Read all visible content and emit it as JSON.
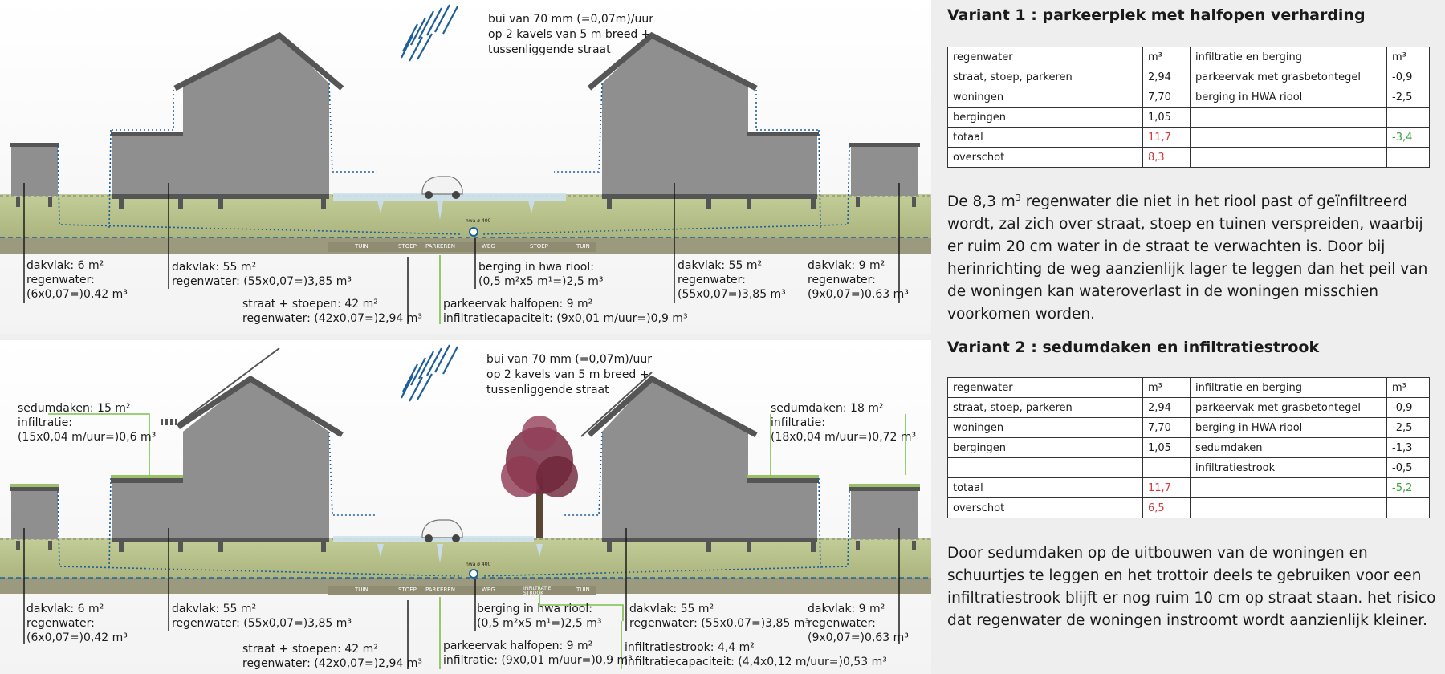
{
  "variant1": {
    "title": "Variant 1 : parkeerplek met halfopen verharding",
    "rain": [
      "bui van 70 mm (=0,07m)/uur",
      "op 2 kavels van 5 m breed +",
      "tussenliggende straat"
    ],
    "strip_labels": [
      "TUIN",
      "STOEP",
      "PARKEREN",
      "WEG",
      "STOEP",
      "TUIN"
    ],
    "pipe_label": "hwa ø 400",
    "annotations": {
      "left_shed": [
        "dakvlak: 6 m²",
        "regenwater:",
        "(6x0,07=)0,42 m³"
      ],
      "left_house": [
        "dakvlak: 55 m²",
        "regenwater: (55x0,07=)3,85 m³"
      ],
      "street": [
        "straat + stoepen: 42 m²",
        "regenwater: (42x0,07=)2,94 m³"
      ],
      "sewer": [
        "berging in hwa riool:",
        "(0,5 m²x5 m¹=)2,5 m³"
      ],
      "parking": [
        "parkeervak halfopen: 9 m²",
        "infiltratiecapaciteit: (9x0,01 m/uur=)0,9 m³"
      ],
      "right_house": [
        "dakvlak: 55 m²",
        "regenwater:",
        "(55x0,07=)3,85 m³"
      ],
      "right_shed": [
        "dakvlak: 9 m²",
        "regenwater:",
        "(9x0,07=)0,63 m³"
      ]
    },
    "table": {
      "header": [
        "regenwater",
        "m³",
        "infiltratie en berging",
        "m³"
      ],
      "rows": [
        [
          "straat, stoep, parkeren",
          "2,94",
          "parkeervak met grasbetontegel",
          "-0,9"
        ],
        [
          "woningen",
          "7,70",
          "berging in HWA riool",
          "-2,5"
        ],
        [
          "bergingen",
          "1,05",
          "",
          ""
        ]
      ],
      "total": [
        "totaal",
        "11,7",
        "",
        "-3,4"
      ],
      "surplus": [
        "overschot",
        "8,3",
        "",
        ""
      ]
    },
    "paragraph": {
      "part1": "De 8,3 m",
      "sup": "3",
      "part2": " regenwater die niet in het riool past of geïnfiltreerd wordt, zal zich over straat, stoep en tuinen verspreiden, waarbij er ruim 20 cm water in de straat te verwachten is. Door bij herinrichting de weg aanzienlijk lager te leggen dan het peil van de woningen kan wateroverlast in de woningen misschien voorkomen worden."
    }
  },
  "variant2": {
    "title": "Variant 2 : sedumdaken en infiltratiestrook",
    "rain": [
      "bui van 70 mm (=0,07m)/uur",
      "op 2 kavels van 5 m breed +",
      "tussenliggende straat"
    ],
    "strip_labels": [
      "TUIN",
      "STOEP",
      "PARKEREN",
      "WEG",
      "INFILTRATIE STROOK",
      "TUIN"
    ],
    "pipe_label": "hwa ø 400",
    "annotations": {
      "left_sedum": [
        "sedumdaken: 15 m²",
        "infiltratie:",
        "(15x0,04 m/uur=)0,6 m³"
      ],
      "right_sedum": [
        "sedumdaken: 18 m²",
        "infiltratie:",
        "(18x0,04 m/uur=)0,72 m³"
      ],
      "left_shed": [
        "dakvlak: 6 m²",
        "regenwater:",
        "(6x0,07=)0,42 m³"
      ],
      "left_house": [
        "dakvlak: 55 m²",
        "regenwater: (55x0,07=)3,85 m³"
      ],
      "street": [
        "straat + stoepen: 42 m²",
        "regenwater: (42x0,07=)2,94 m³"
      ],
      "sewer": [
        "berging in hwa riool:",
        "(0,5 m²x5 m¹=)2,5 m³"
      ],
      "parking": [
        "parkeervak halfopen: 9 m²",
        "infiltratie: (9x0,01 m/uur=)0,9 m³"
      ],
      "strip": [
        "infiltratiestrook: 4,4 m²",
        "infiltratiecapaciteit: (4,4x0,12 m/uur=)0,53 m³"
      ],
      "right_house": [
        "dakvlak: 55 m²",
        "regenwater: (55x0,07=)3,85 m³"
      ],
      "right_shed": [
        "dakvlak: 9 m²",
        "regenwater:",
        "(9x0,07=)0,63 m³"
      ]
    },
    "table": {
      "header": [
        "regenwater",
        "m³",
        "infiltratie en berging",
        "m³"
      ],
      "rows": [
        [
          "straat, stoep, parkeren",
          "2,94",
          "parkeervak met grasbetontegel",
          "-0,9"
        ],
        [
          "woningen",
          "7,70",
          "berging in HWA riool",
          "-2,5"
        ],
        [
          "bergingen",
          "1,05",
          "sedumdaken",
          "-1,3"
        ],
        [
          "",
          "",
          "infiltratiestrook",
          "-0,5"
        ]
      ],
      "total": [
        "totaal",
        "11,7",
        "",
        "-5,2"
      ],
      "surplus": [
        "overschot",
        "6,5",
        "",
        ""
      ]
    },
    "paragraph": "Door sedumdaken op de uitbouwen van de woningen en schuurtjes te leggen en het trottoir deels te gebruiken voor een infiltratiestrook blijft er nog ruim 10 cm op straat staan. het risico dat regenwater de woningen instroomt wordt aanzienlijk kleiner."
  },
  "colors": {
    "house": "#8f8f8f",
    "roof": "#555555",
    "ground": "#b5c18a",
    "soil": "#9c9a7e",
    "water": "#1f5f99",
    "accent_red": "#d23a3a",
    "accent_green": "#3aa03a",
    "annotation_green": "#7cc04a"
  }
}
